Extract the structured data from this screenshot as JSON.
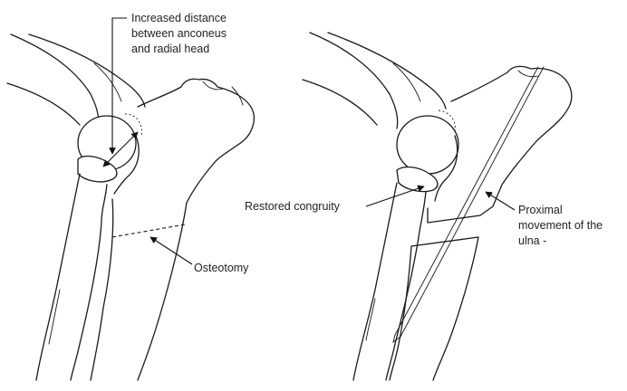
{
  "labels": {
    "increased_distance": [
      "Increased distance",
      "between anconeus",
      "and radial head"
    ],
    "osteotomy": "Osteotomy",
    "restored_congruity": "Restored congruity",
    "proximal_movement": [
      "Proximal",
      "movement of the",
      "ulna  -"
    ]
  }
}
